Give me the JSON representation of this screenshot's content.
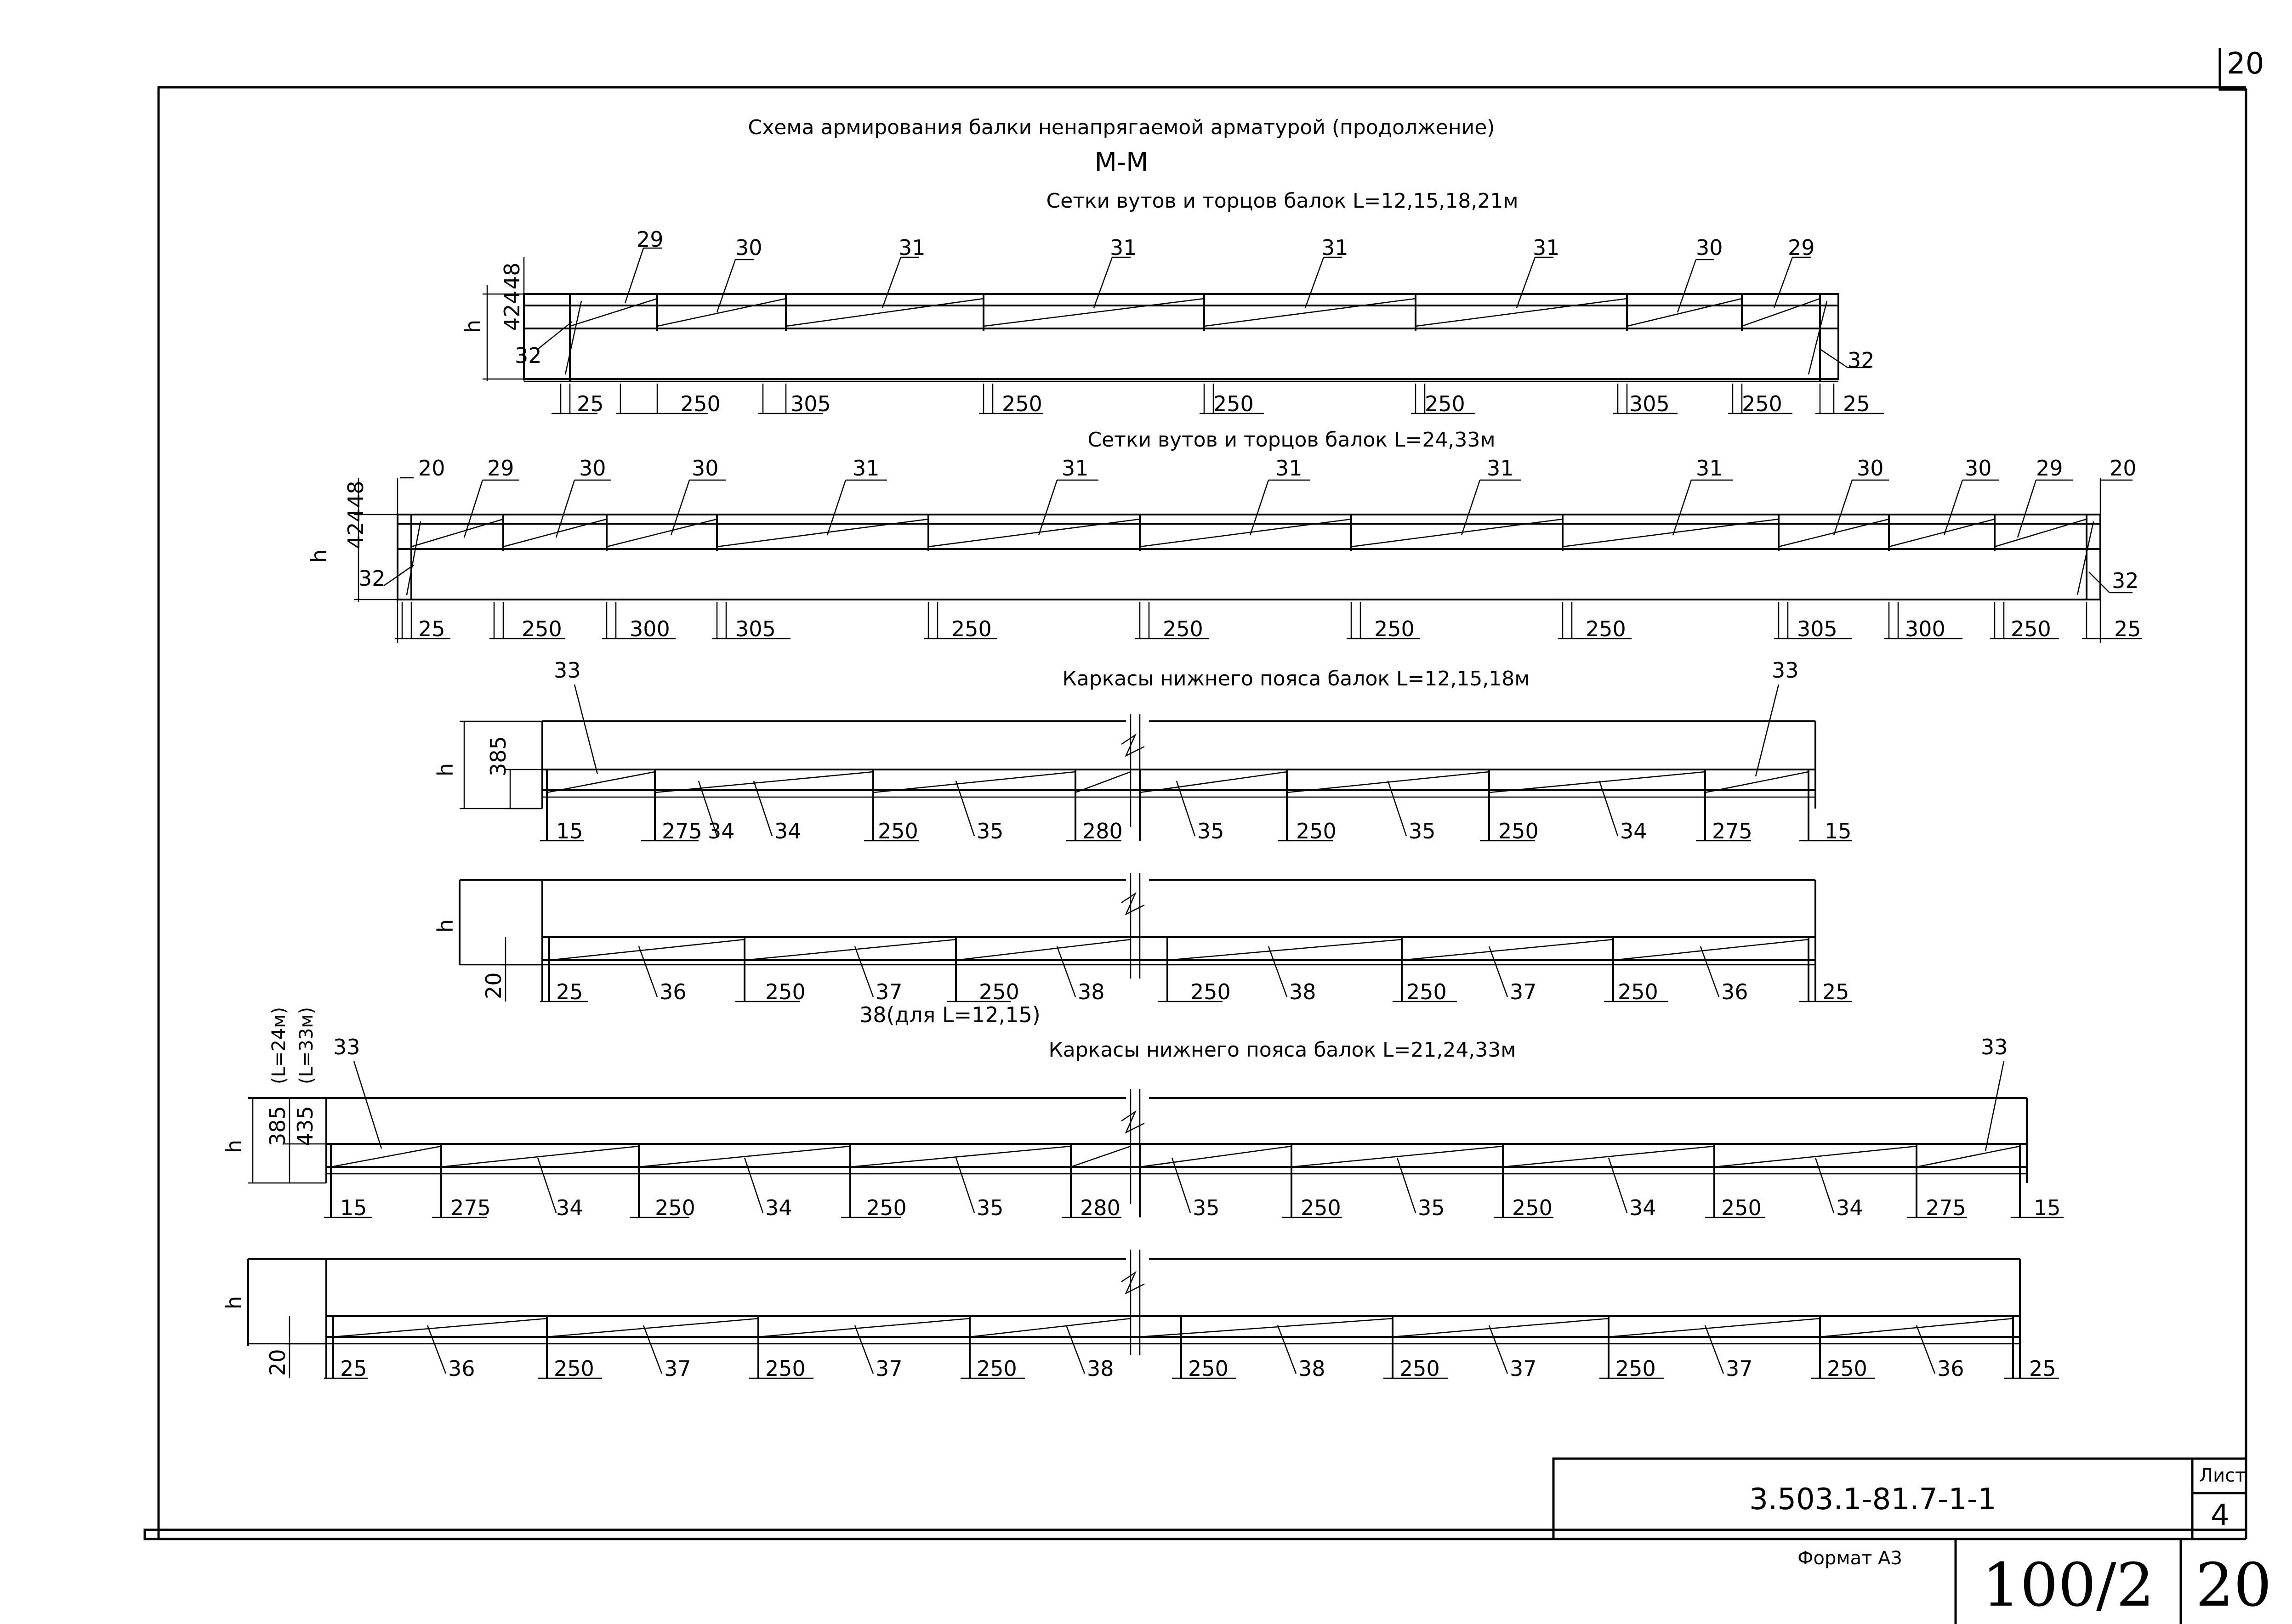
{
  "sheet": {
    "corner_number": "20",
    "title": "Схема армирования балки ненапрягаемой арматурой (продолжение)",
    "section_label": "М-М",
    "document_code": "3.503.1-81.7-1-1",
    "sheet_label": "Лист",
    "sheet_number": "4",
    "format_label": "Формат А3",
    "bottom_code": "100/2",
    "bottom_page": "20"
  },
  "subtitles": {
    "s1": "Сетки вутов и торцов балок L=12,15,18,21м",
    "s2": "Сетки вутов и торцов балок L=24,33м",
    "s3": "Каркасы нижнего пояса балок L=12,15,18м",
    "s4": "Каркасы нижнего пояса балок L=21,24,33м"
  },
  "side_labels": {
    "h": "h",
    "d48": "48",
    "d424": "424",
    "d385": "385",
    "d435": "435",
    "d20": "20",
    "l24": "(L=24м)",
    "l33": "(L=33м)",
    "note38": "38(для  L=12,15)"
  },
  "d1": {
    "top": [
      "29",
      "30",
      "31",
      "31",
      "31",
      "31",
      "30",
      "29"
    ],
    "side_left": "32",
    "side_right": "32",
    "dims": [
      "25",
      "250",
      "305",
      "250",
      "250",
      "250",
      "305",
      "250",
      "25"
    ]
  },
  "d2": {
    "top": [
      "20",
      "29",
      "30",
      "30",
      "31",
      "31",
      "31",
      "31",
      "31",
      "30",
      "30",
      "29",
      "20"
    ],
    "side_left": "32",
    "side_right": "32",
    "dims": [
      "25",
      "250",
      "300",
      "305",
      "250",
      "250",
      "250",
      "250",
      "305",
      "300",
      "250",
      "25"
    ]
  },
  "d3": {
    "top": [
      "33",
      "33"
    ],
    "bottom": [
      "15",
      "275",
      "34",
      "34",
      "250",
      "35",
      "280",
      "35",
      "250",
      "35",
      "250",
      "34",
      "275",
      "15"
    ]
  },
  "d4": {
    "bottom": [
      "25",
      "36",
      "250",
      "37",
      "250",
      "38",
      "250",
      "38",
      "250",
      "37",
      "250",
      "36",
      "25"
    ]
  },
  "d5": {
    "top": [
      "33",
      "33"
    ],
    "bottom": [
      "15",
      "275",
      "34",
      "250",
      "34",
      "250",
      "35",
      "280",
      "35",
      "250",
      "35",
      "250",
      "34",
      "250",
      "34",
      "275",
      "15"
    ]
  },
  "d6": {
    "bottom": [
      "25",
      "36",
      "250",
      "37",
      "250",
      "37",
      "250",
      "38",
      "250",
      "38",
      "250",
      "37",
      "250",
      "37",
      "250",
      "36",
      "25"
    ]
  }
}
